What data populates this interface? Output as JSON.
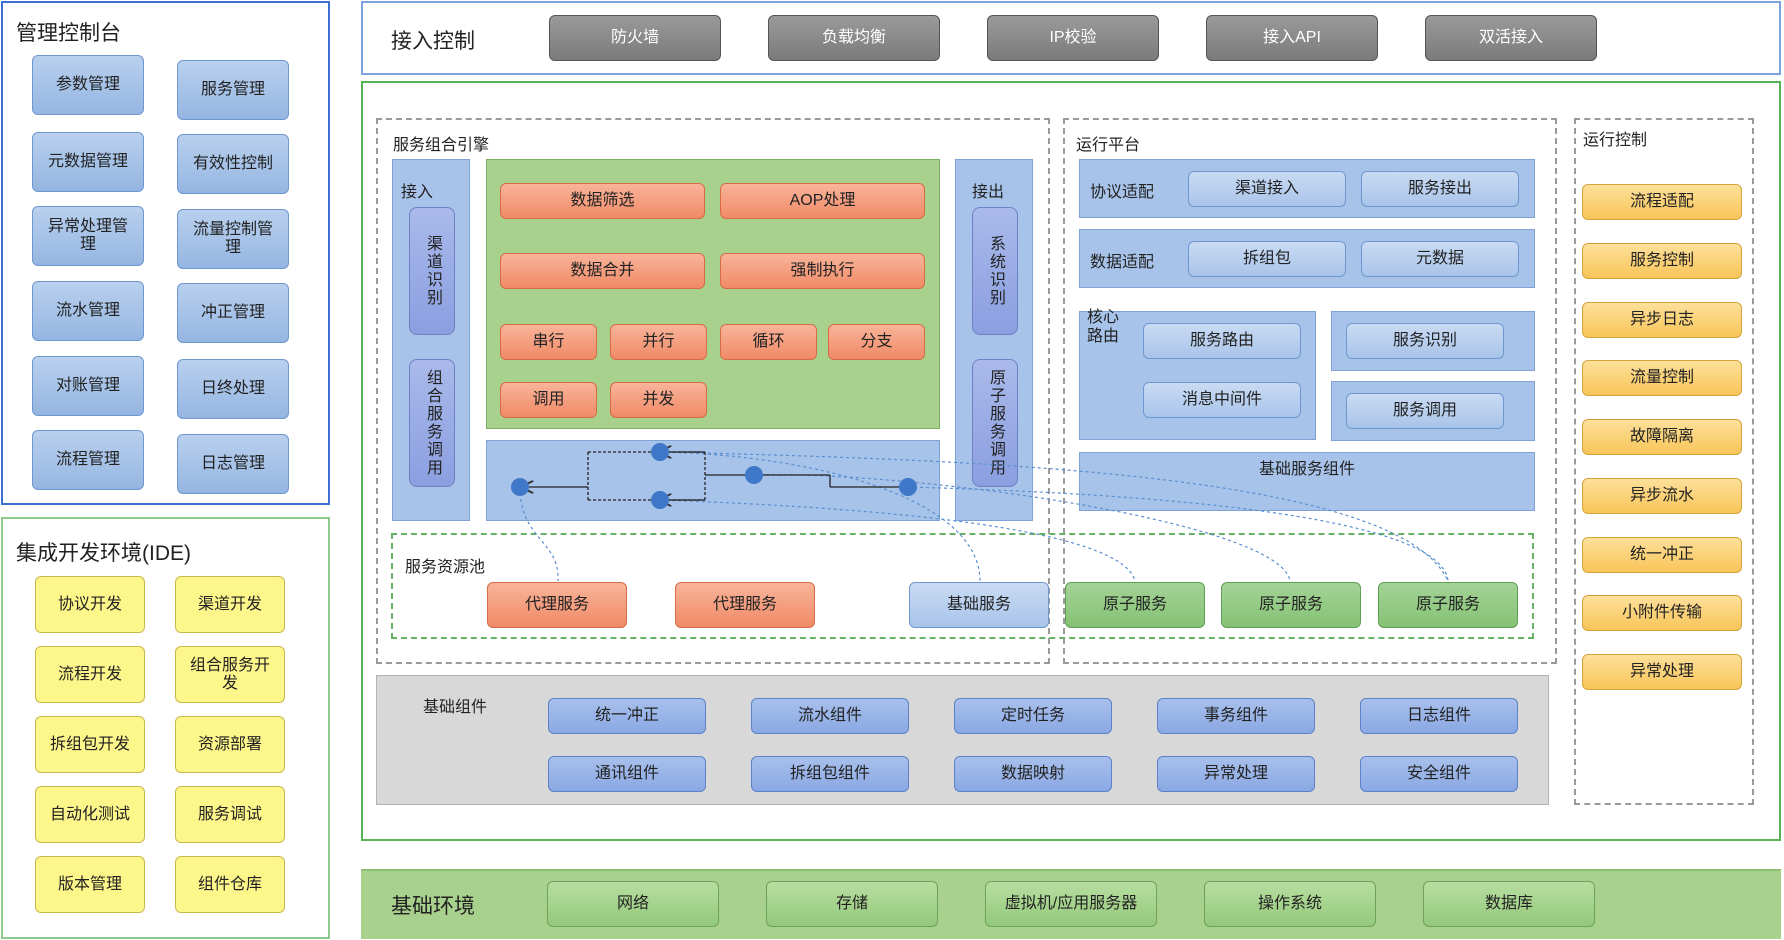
{
  "mgmt": {
    "title": "管理控制台",
    "items": [
      "参数管理",
      "服务管理",
      "元数据管理",
      "有效性控制",
      "异常处理管理",
      "流量控制管理",
      "流水管理",
      "冲正管理",
      "对账管理",
      "日终处理",
      "流程管理",
      "日志管理"
    ]
  },
  "ide": {
    "title": "集成开发环境(IDE)",
    "items": [
      "协议开发",
      "渠道开发",
      "流程开发",
      "组合服务开发",
      "拆组包开发",
      "资源部署",
      "自动化测试",
      "服务调试",
      "版本管理",
      "组件仓库"
    ]
  },
  "access": {
    "title": "接入控制",
    "items": [
      "防火墙",
      "负载均衡",
      "IP校验",
      "接入API",
      "双活接入"
    ]
  },
  "engine": {
    "title": "服务组合引擎",
    "in_label": "接入",
    "in_boxes": [
      "渠道识别",
      "组合服务调用"
    ],
    "out_label": "接出",
    "out_boxes": [
      "系统识别",
      "原子服务调用"
    ],
    "ops_row1": [
      "数据筛选",
      "AOP处理"
    ],
    "ops_row2": [
      "数据合并",
      "强制执行"
    ],
    "ops_row3": [
      "串行",
      "并行",
      "循环",
      "分支"
    ],
    "ops_row4": [
      "调用",
      "并发"
    ]
  },
  "pool": {
    "title": "服务资源池",
    "items": [
      "代理服务",
      "代理服务",
      "基础服务",
      "原子服务",
      "原子服务",
      "原子服务"
    ]
  },
  "runtime": {
    "title": "运行平台",
    "protocol": {
      "label": "协议适配",
      "items": [
        "渠道接入",
        "服务接出"
      ]
    },
    "data": {
      "label": "数据适配",
      "items": [
        "拆组包",
        "元数据"
      ]
    },
    "core": {
      "label": "核心路由",
      "items": [
        "服务路由",
        "消息中间件"
      ]
    },
    "ident": "服务识别",
    "invoke": "服务调用",
    "basic": "基础服务组件"
  },
  "runctl": {
    "title": "运行控制",
    "items": [
      "流程适配",
      "服务控制",
      "异步日志",
      "流量控制",
      "故障隔离",
      "异步流水",
      "统一冲正",
      "小附件传输",
      "异常处理"
    ]
  },
  "components": {
    "title": "基础组件",
    "items": [
      "统一冲正",
      "流水组件",
      "定时任务",
      "事务组件",
      "日志组件",
      "通讯组件",
      "拆组包组件",
      "数据映射",
      "异常处理",
      "安全组件"
    ]
  },
  "infra": {
    "title": "基础环境",
    "items": [
      "网络",
      "存储",
      "虚拟机/应用服务器",
      "操作系统",
      "数据库"
    ]
  }
}
